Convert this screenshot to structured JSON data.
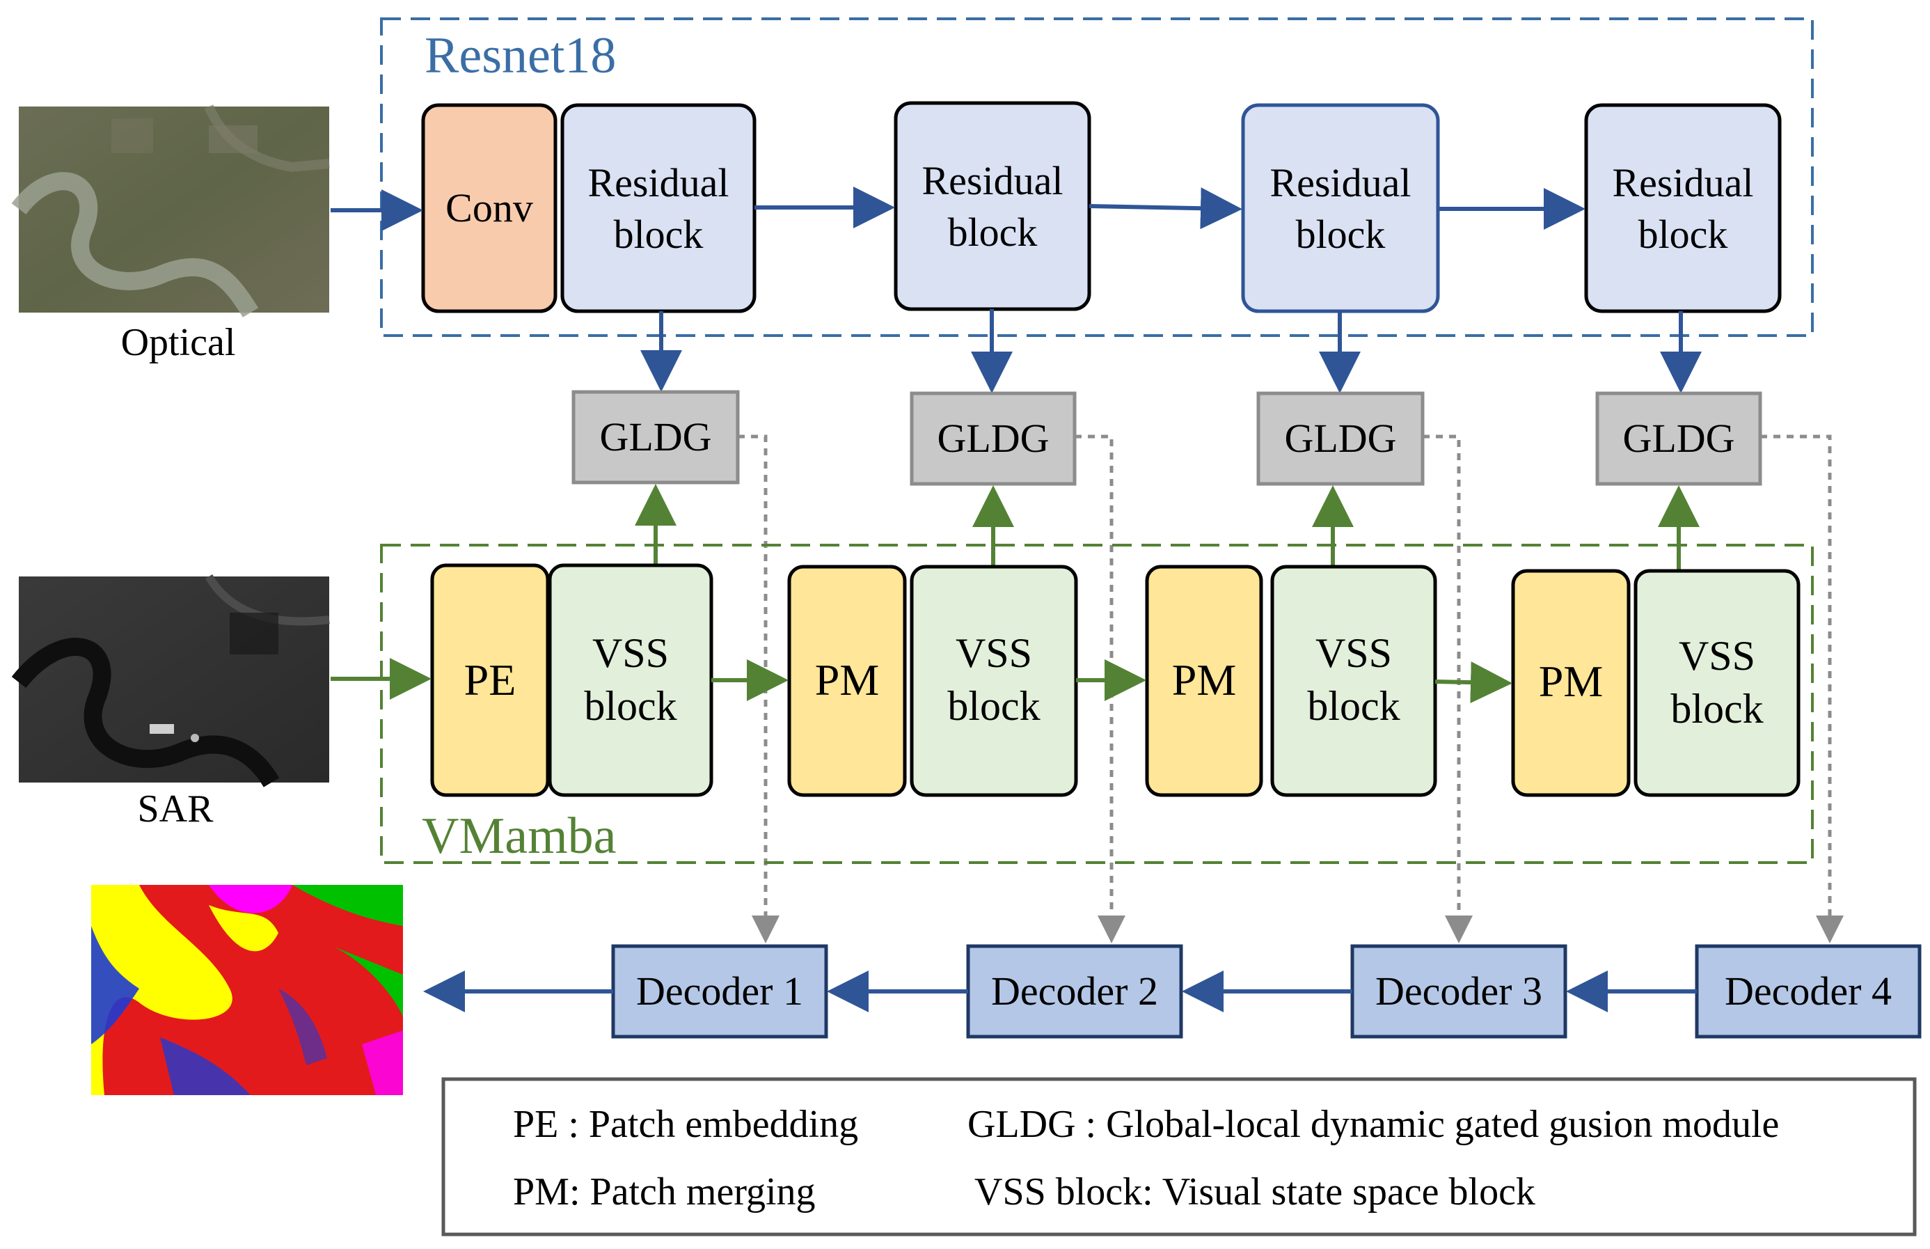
{
  "encoder_optical": {
    "title": "Resnet18",
    "color": "#3a6ea5"
  },
  "encoder_sar": {
    "title": "VMamba",
    "color": "#5a8a32"
  },
  "inputs": {
    "optical_label": "Optical",
    "sar_label": "SAR"
  },
  "resnet_blocks": {
    "conv": "Conv",
    "residual": [
      {
        "line1": "Residual",
        "line2": "block"
      },
      {
        "line1": "Residual",
        "line2": "block"
      },
      {
        "line1": "Residual",
        "line2": "block"
      },
      {
        "line1": "Residual",
        "line2": "block"
      }
    ]
  },
  "fusion": [
    "GLDG",
    "GLDG",
    "GLDG",
    "GLDG"
  ],
  "vmamba_blocks": {
    "stems": [
      "PE",
      "PM",
      "PM",
      "PM"
    ],
    "vss": [
      {
        "line1": "VSS",
        "line2": "block"
      },
      {
        "line1": "VSS",
        "line2": "block"
      },
      {
        "line1": "VSS",
        "line2": "block"
      },
      {
        "line1": "VSS",
        "line2": "block"
      }
    ]
  },
  "decoders": [
    "Decoder 1",
    "Decoder 2",
    "Decoder 3",
    "Decoder 4"
  ],
  "legend": {
    "pe": "PE : Patch embedding",
    "gldg": "GLDG : Global-local dynamic gated gusion module",
    "pm": "PM: Patch merging",
    "vss": "VSS block: Visual state space block"
  },
  "colors": {
    "conv_fill": "#f8cbad",
    "residual_fill": "#d9e1f3",
    "gldg_fill": "#c8c8c8",
    "stem_fill": "#ffe699",
    "vss_fill": "#e2efda",
    "decoder_fill": "#b4c7e7",
    "blue_arrow": "#2f5597",
    "green_arrow": "#548235",
    "dashed_gray": "#8c8c8c"
  }
}
